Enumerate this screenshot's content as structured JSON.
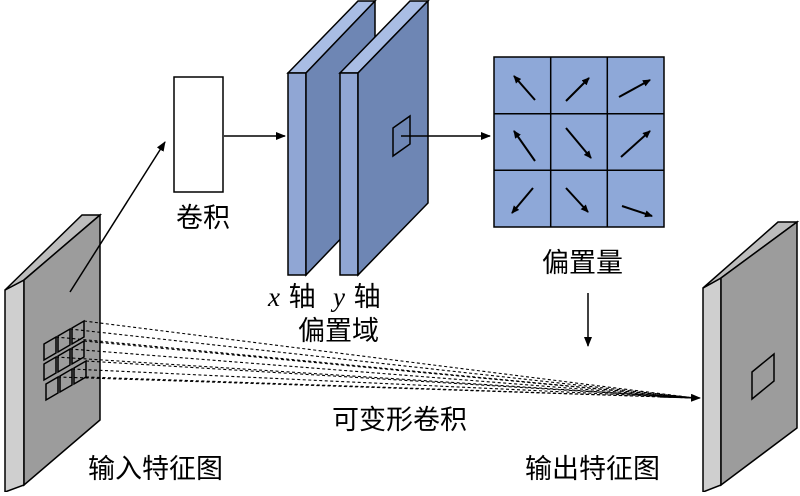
{
  "labels": {
    "conv": "卷积",
    "x_axis_var": "x",
    "y_axis_var": "y",
    "axis_word": "轴",
    "offset_field": "偏置域",
    "offsets": "偏置量",
    "deformable_conv": "可变形卷积",
    "input_feature_map": "输入特征图",
    "output_feature_map": "输出特征图"
  },
  "colors": {
    "plate_face": "#9c9c9c",
    "plate_edge": "#cfcfcf",
    "offset_plane": "#6e86b4",
    "offset_plane_side": "#90a6d4",
    "grid_cell": "#8ea8d8",
    "line": "#000000"
  },
  "offset_grid": {
    "rows": 3,
    "cols": 3,
    "arrows": [
      "up-left",
      "up-right",
      "up-right",
      "up-left",
      "down-right",
      "up-right",
      "down-left",
      "down-right",
      "right"
    ]
  }
}
